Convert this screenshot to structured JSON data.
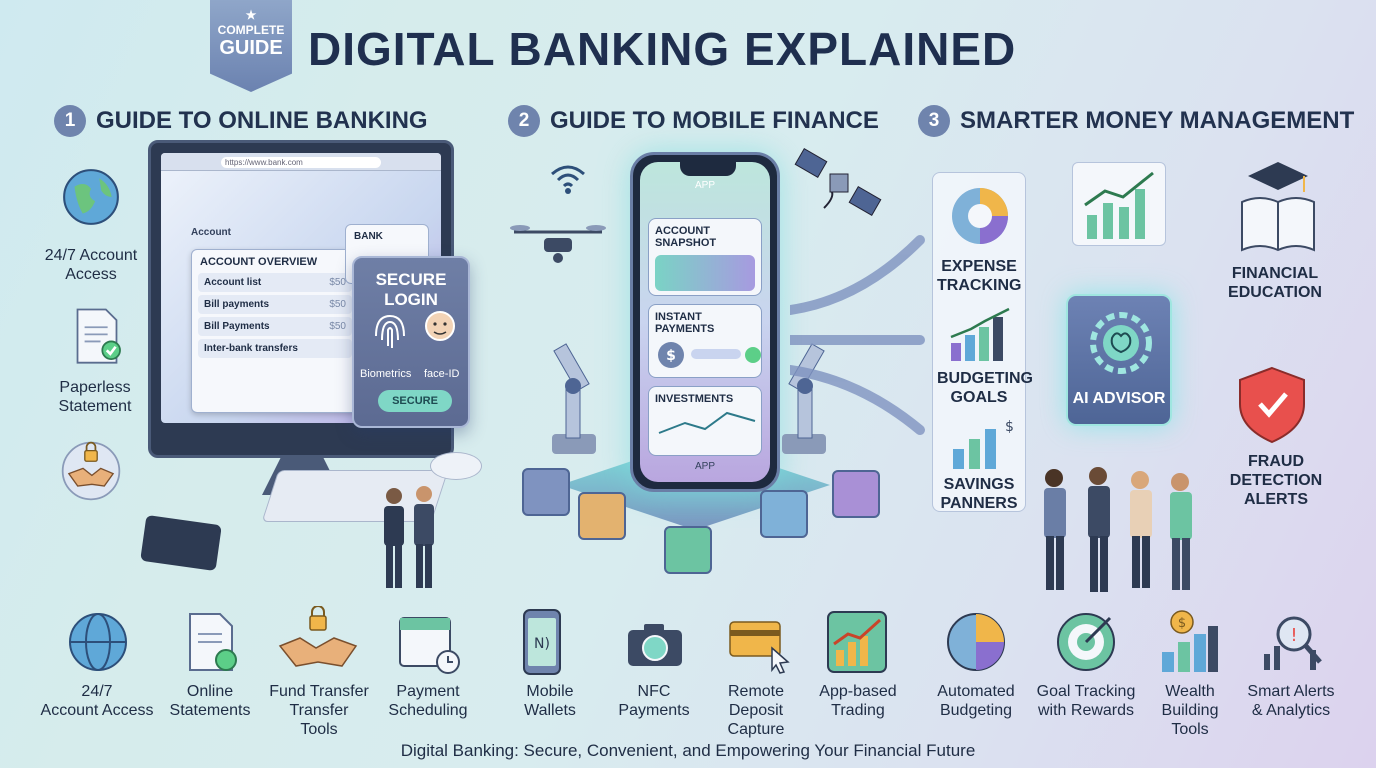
{
  "badge": {
    "line1": "COMPLETE",
    "line2": "GUIDE"
  },
  "title": "DIGITAL BANKING EXPLAINED",
  "sections": [
    {
      "num": "1",
      "title": "GUIDE TO ONLINE BANKING"
    },
    {
      "num": "2",
      "title": "GUIDE TO MOBILE FINANCE"
    },
    {
      "num": "3",
      "title": "SMARTER MONEY MANAGEMENT"
    }
  ],
  "online": {
    "side_labels": [
      "24/7 Account Access",
      "Paperless Statement"
    ],
    "url_text": "https://www.bank.com",
    "account_overview_title": "ACCOUNT OVERVIEW",
    "account_tab": "Account",
    "rows": [
      "Account list",
      "Bill payments",
      "Bill Payments",
      "Inter-bank transfers"
    ],
    "bank_label": "BANK",
    "login_title": "SECURE LOGIN",
    "biometrics": "Biometrics",
    "face_id": "face-ID",
    "secure_btn": "SECURE"
  },
  "mobile": {
    "app_label": "APP",
    "cards": [
      "ACCOUNT SNAPSHOT",
      "INSTANT PAYMENTS",
      "INVESTMENTS"
    ],
    "nav_label": "APP"
  },
  "smart": {
    "cards": [
      "EXPENSE TRACKING",
      "BUDGETING GOALS",
      "SAVINGS PANNERS"
    ],
    "ai_label": "AI ADVISOR",
    "right_labels": [
      "FINANCIAL EDUCATION",
      "FRAUD DETECTION ALERTS"
    ]
  },
  "bottom_items": [
    {
      "label": "24/7\nAccount Access",
      "icon": "globe-icon"
    },
    {
      "label": "Online\nStatements",
      "icon": "document-check-icon"
    },
    {
      "label": "Fund Transfer\nTransfer\nTools",
      "icon": "handshake-lock-icon"
    },
    {
      "label": "Payment\nScheduling",
      "icon": "calendar-clock-icon"
    },
    {
      "label": "Mobile\nWallets",
      "icon": "phone-nfc-icon"
    },
    {
      "label": "NFC\nPayments",
      "icon": "camera-icon"
    },
    {
      "label": "Remote\nDeposit\nCapture",
      "icon": "card-cursor-icon"
    },
    {
      "label": "App-based\nTrading",
      "icon": "trading-chart-icon"
    },
    {
      "label": "Automated\nBudgeting",
      "icon": "pie-chart-icon"
    },
    {
      "label": "Goal Tracking\nwith Rewards",
      "icon": "target-icon"
    },
    {
      "label": "Wealth\nBuilding\nTools",
      "icon": "money-bars-icon"
    },
    {
      "label": "Smart Alerts\n& Analytics",
      "icon": "magnifier-chart-icon"
    }
  ],
  "footer": "Digital Banking: Secure, Convenient, and Empowering Your Financial Future",
  "colors": {
    "accent": "#6f84ad",
    "glow": "#7fd7c6",
    "title": "#1f2f4f"
  }
}
